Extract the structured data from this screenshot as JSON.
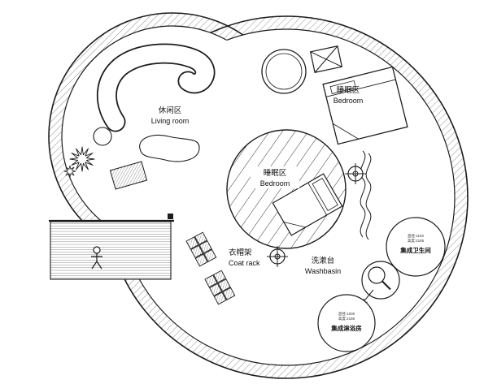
{
  "document": {
    "type": "circular-house-floor-plan"
  },
  "labels": {
    "living_room": {
      "zh": "休闲区",
      "en": "Living room"
    },
    "bedroom_upper": {
      "zh": "睡眠区",
      "en": "Bedroom"
    },
    "bedroom_center": {
      "zh": "睡眠区",
      "en": "Bedroom"
    },
    "coat_rack": {
      "zh": "衣帽架",
      "en": "Coat rack"
    },
    "washbasin": {
      "zh": "洗漱台",
      "en": "Washbasin"
    },
    "bathroom_pod": {
      "dim1": "直径:1100",
      "dim2": "高度:2185",
      "name": "集成卫生间"
    },
    "shower_pod": {
      "dim1": "直径:1000",
      "dim2": "高度:2185",
      "name": "集成淋浴房"
    }
  },
  "colors": {
    "line": "#1c1c1c",
    "hatch": "#666666",
    "background": "#ffffff"
  }
}
